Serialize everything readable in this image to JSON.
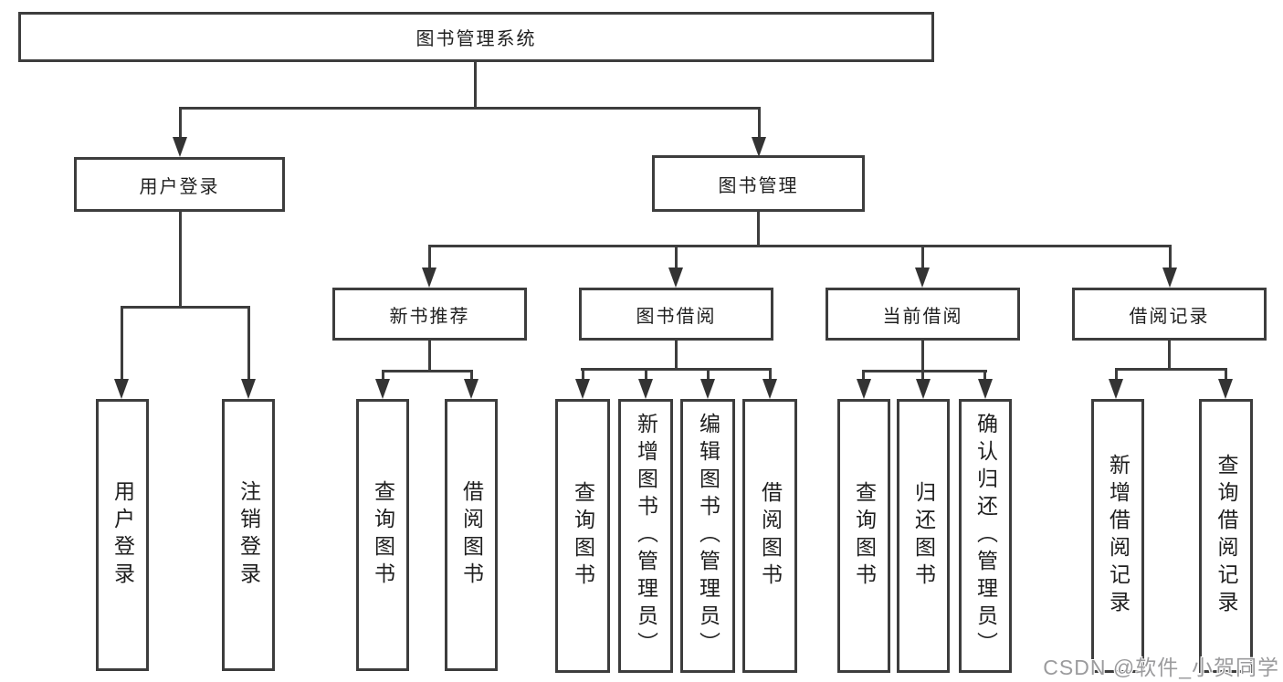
{
  "nodes": {
    "root": "图书管理系统",
    "user_login": "用户登录",
    "book_mgmt": "图书管理",
    "new_book_rec": "新书推荐",
    "book_borrow": "图书借阅",
    "current_borrow": "当前借阅",
    "borrow_record": "借阅记录",
    "ul_login": "用户登录",
    "ul_logout": "注销登录",
    "nb_query": "查询图书",
    "nb_borrow": "借阅图书",
    "bb_query": "查询图书",
    "bb_add": "新增图书（管理员）",
    "bb_edit": "编辑图书（管理员）",
    "bb_borrow": "借阅图书",
    "cb_query": "查询图书",
    "cb_return": "归还图书",
    "cb_confirm": "确认归还（管理员）",
    "br_add": "新增借阅记录",
    "br_query": "查询借阅记录"
  },
  "colors": {
    "line": "#3d3d3d",
    "text": "#1f1f1f",
    "background": "#ffffff",
    "watermark": "#9b9b9d"
  },
  "watermark": "CSDN @软件_小贺同学"
}
